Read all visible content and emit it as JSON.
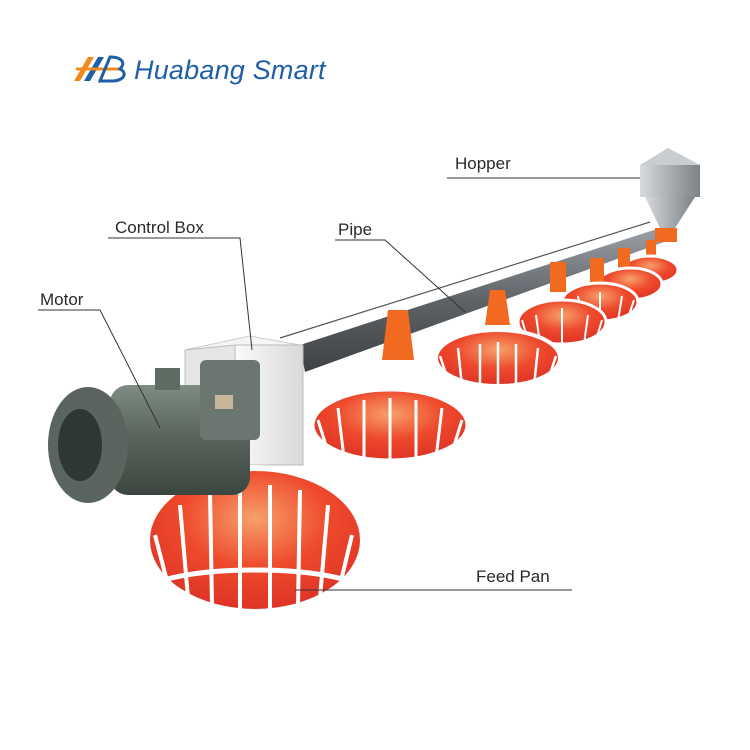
{
  "brand": {
    "name": "Huabang Smart",
    "logo_icon": "hb-logo-icon",
    "colors": {
      "blue": "#1f5fa8",
      "orange": "#f08a1c"
    }
  },
  "labels": {
    "hopper": "Hopper",
    "control_box": "Control Box",
    "pipe": "Pipe",
    "motor": "Motor",
    "feed_pan": "Feed Pan"
  },
  "colors": {
    "pan_red": "#e8352a",
    "pan_orange": "#f26a1f",
    "pipe_gray": "#6e7378",
    "motor_green": "#5d6b63",
    "box_white": "#f2f2f2"
  }
}
